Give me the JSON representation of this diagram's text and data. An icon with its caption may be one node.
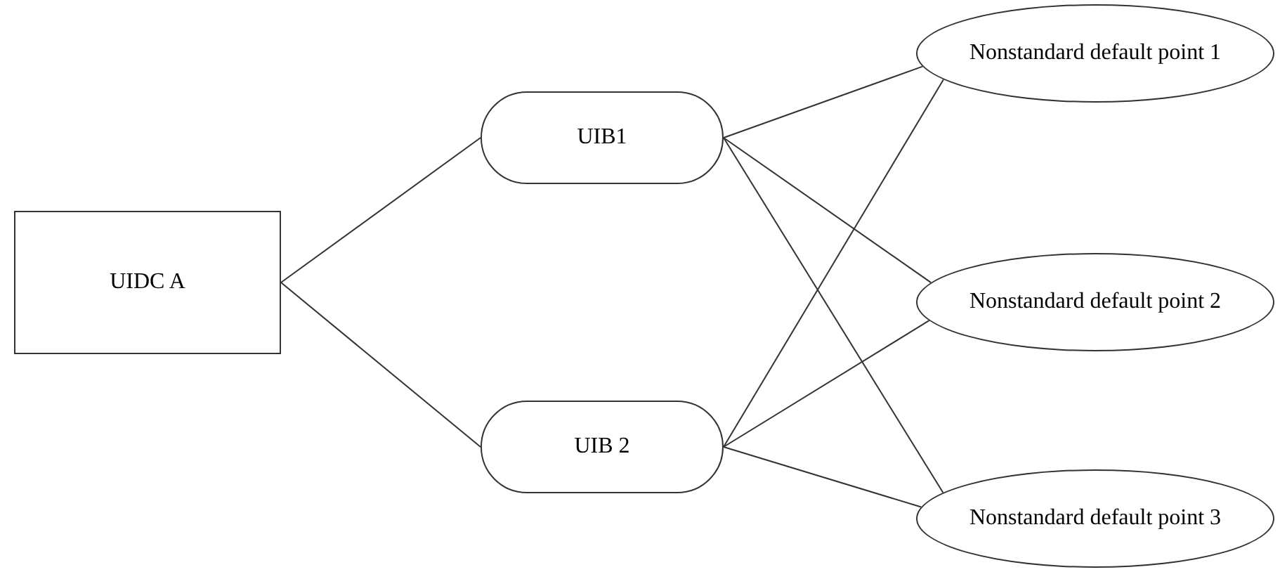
{
  "diagram": {
    "nodes": [
      {
        "text": [
          "UIDC A"
        ]
      },
      {
        "text": [
          "UIB1"
        ]
      },
      {
        "text": [
          "UIB 2"
        ]
      },
      {
        "text": [
          "Nonstandard default point 1"
        ]
      },
      {
        "text": [
          "Nonstandard default point 2"
        ]
      },
      {
        "text": [
          "Nonstandard default point 3"
        ]
      }
    ],
    "edges": [
      {
        "from": 0,
        "to": 1,
        "arrow": "none"
      },
      {
        "from": 0,
        "to": 2,
        "arrow": "none"
      },
      {
        "from": 1,
        "to": 3,
        "arrow": "none"
      },
      {
        "from": 1,
        "to": 4,
        "arrow": "none"
      },
      {
        "from": 1,
        "to": 5,
        "arrow": "none"
      },
      {
        "from": 2,
        "to": 3,
        "arrow": "none"
      },
      {
        "from": 2,
        "to": 4,
        "arrow": "none"
      },
      {
        "from": 2,
        "to": 5,
        "arrow": "none"
      }
    ]
  }
}
